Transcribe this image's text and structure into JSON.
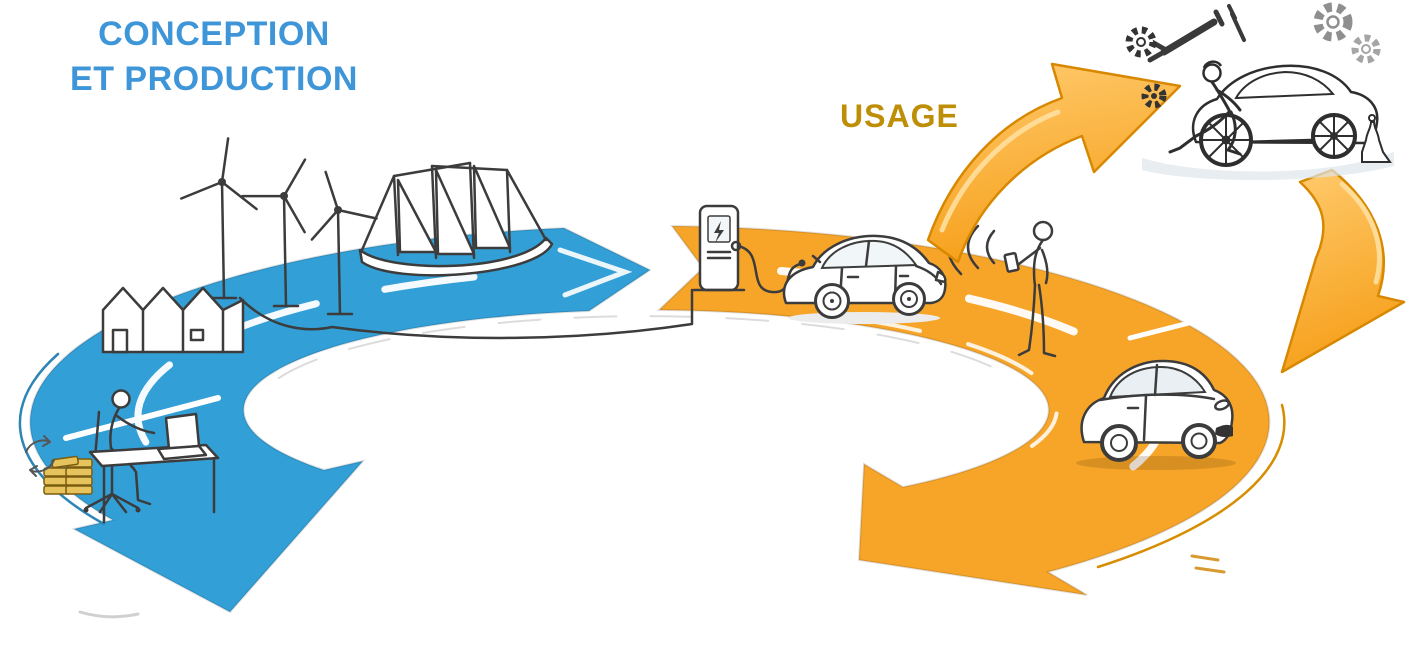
{
  "title": {
    "line1": "CONCEPTION",
    "line2": "ET PRODUCTION"
  },
  "labels": {
    "usage": "USAGE"
  },
  "colors": {
    "production_blue": "#339FD7",
    "usage_orange": "#F7A529",
    "title_blue": "#3E96D9",
    "usage_gold": "#BE8E07",
    "ink": "#3C3C3C",
    "arrow_dark": "#D88800",
    "arrow_mid": "#F6A01B",
    "arrow_light": "#FFCB6E"
  },
  "diagram": {
    "type": "circular-lifecycle",
    "direction": "clockwise",
    "stages": [
      {
        "id": "conception-et-production",
        "label": "CONCEPTION ET PRODUCTION",
        "color": "#339FD7",
        "illustrations": [
          "factory",
          "wind-turbines",
          "sailing-ships",
          "designer-at-desk",
          "money-stacks"
        ]
      },
      {
        "id": "usage",
        "label": "USAGE",
        "color": "#F7A529",
        "illustrations": [
          "charging-station",
          "electric-car",
          "person-with-smartphone",
          "wireless-signal",
          "city-car",
          "maintenance-garage",
          "gears",
          "wrench"
        ]
      }
    ],
    "arrows": [
      {
        "from": "usage",
        "to": "maintenance-garage"
      },
      {
        "from": "maintenance-garage",
        "to": "city-car"
      }
    ]
  }
}
